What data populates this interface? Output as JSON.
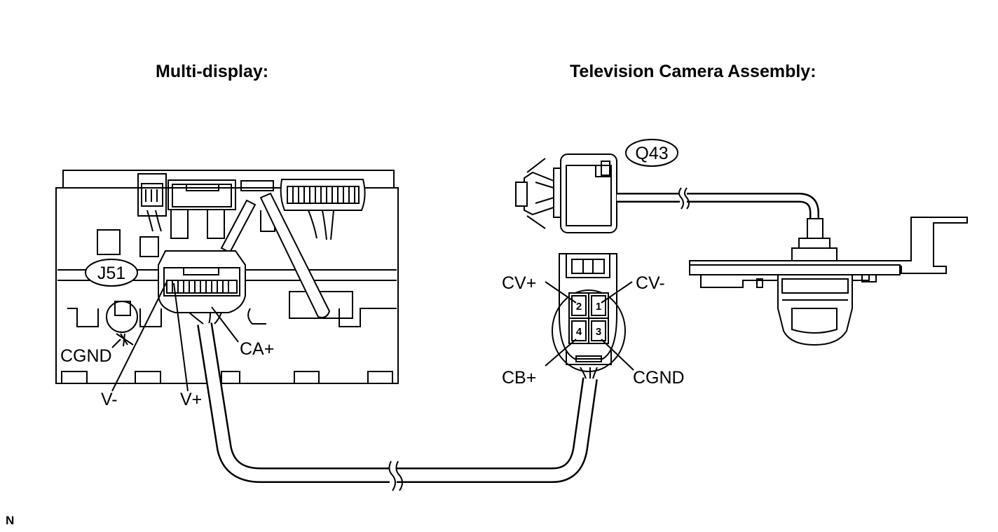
{
  "headings": {
    "left": "Multi-display:",
    "right": "Television Camera Assembly:"
  },
  "connector_codes": {
    "multi_display": "J51",
    "camera": "Q43"
  },
  "multi_display_terminals": {
    "cgnd": "CGND",
    "v_minus": "V-",
    "v_plus": "V+",
    "ca_plus": "CA+"
  },
  "camera_terminals": {
    "cv_plus": "CV+",
    "cv_minus": "CV-",
    "cb_plus": "CB+",
    "cgnd": "CGND"
  },
  "camera_pins": {
    "p1": "1",
    "p2": "2",
    "p3": "3",
    "p4": "4"
  },
  "corner_mark": "N"
}
